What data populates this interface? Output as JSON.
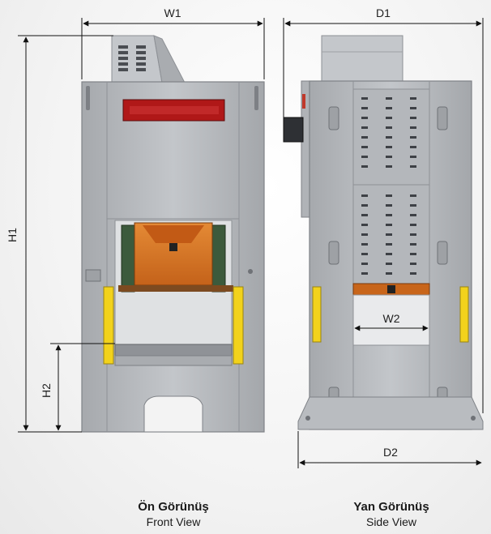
{
  "dimensions": {
    "w1": "W1",
    "d1": "D1",
    "h1": "H1",
    "h2": "H2",
    "w2": "W2",
    "d2": "D2"
  },
  "captions": {
    "front": {
      "tr": "Ön Görünüş",
      "en": "Front View"
    },
    "side": {
      "tr": "Yan Görünüş",
      "en": "Side View"
    }
  },
  "colors": {
    "frame": "#b9bcc0",
    "frame_dark": "#8e9196",
    "slide": "#d9731e",
    "guard": "#f2d21c",
    "display": "#b01818"
  }
}
